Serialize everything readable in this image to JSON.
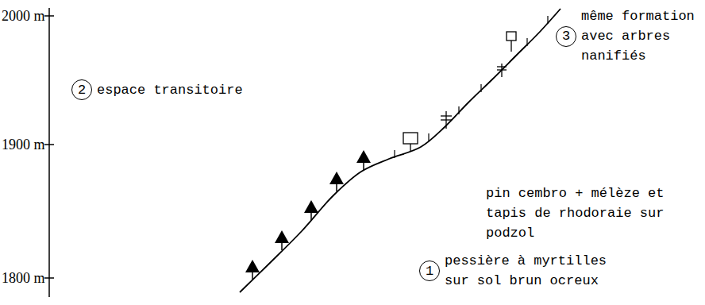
{
  "diagram": {
    "nodes": [
      {
        "text": [
          "1",
          "pessière à myrtilles sur sol brun ocreux"
        ]
      },
      {
        "text": [
          "2",
          "espace transitoire"
        ]
      },
      {
        "text": [
          "3",
          "même formation avec arbres nanifiés"
        ]
      }
    ],
    "labels": [
      "2000 m",
      "1900 m",
      "1800 m",
      "pin cembro + mélèze et tapis de rhodoraie sur podzol"
    ]
  }
}
